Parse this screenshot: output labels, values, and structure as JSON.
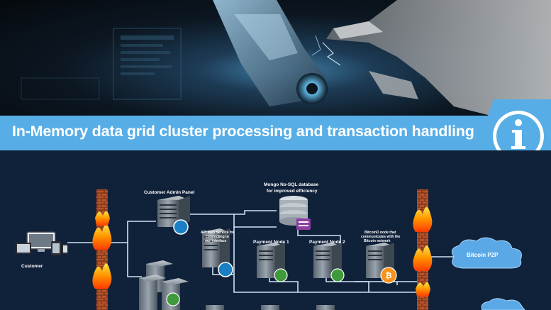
{
  "banner": {
    "title": "In-Memory data grid cluster processing and transaction handling"
  },
  "icons": {
    "info": "info-icon",
    "firewall": "firewall-icon",
    "server": "server-icon",
    "database": "database-icon",
    "cloud": "cloud-icon",
    "bitcoin": "bitcoin-icon",
    "www": "www-globe-icon"
  },
  "diagram": {
    "customer": "Customer",
    "admin_panel": "Customer Admin Panel",
    "mongo_line1": "Mongo No-SQL database",
    "mongo_line2": "for improved efficiency",
    "api_line1": "API Web Service for",
    "api_line2": "connecting to",
    "api_line3": "our interface",
    "payment_node_1": "Payment Node 1",
    "payment_node_2": "Payment Node 2",
    "bitcoind_line1": "BitcoinD node that",
    "bitcoind_line2": "communicates with the",
    "bitcoind_line3": "Bitcoin network",
    "bitcoin_p2p": "Bitcoin P2P"
  },
  "colors": {
    "banner": "#57aee6",
    "diagram_bg": "#10213a",
    "connector": "#cfe3f5",
    "firewall_brick": "#b2532a",
    "cloud": "#5aa8e6"
  }
}
